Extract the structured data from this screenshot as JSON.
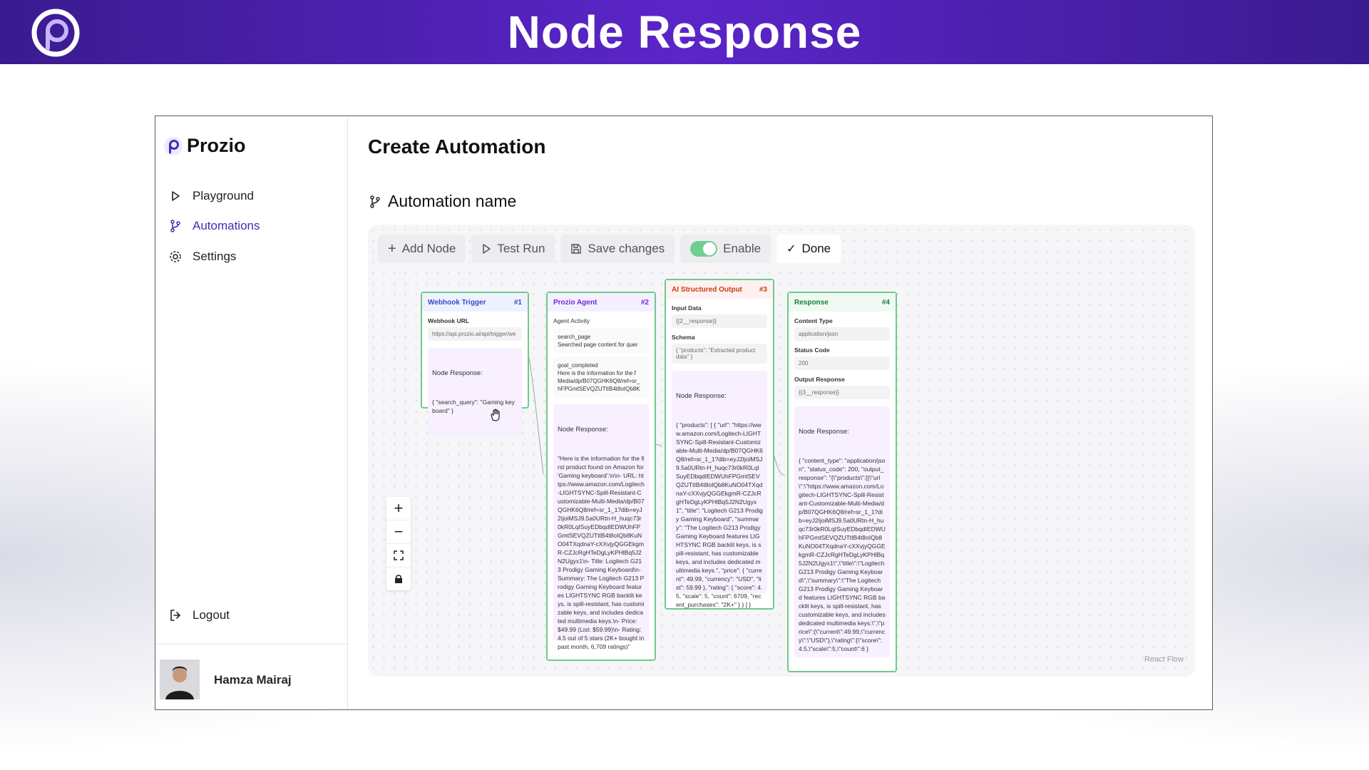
{
  "banner": {
    "title": "Node Response"
  },
  "brand": {
    "name": "Prozio"
  },
  "sidebar": {
    "items": [
      {
        "label": "Playground",
        "icon": "play-icon"
      },
      {
        "label": "Automations",
        "icon": "branch-icon",
        "active": true
      },
      {
        "label": "Settings",
        "icon": "gear-icon"
      }
    ],
    "logout": "Logout",
    "user": {
      "name": "Hamza Mairaj"
    }
  },
  "main": {
    "title": "Create Automation",
    "automation_name": "Automation name"
  },
  "toolbar": {
    "add_node": "Add Node",
    "test_run": "Test Run",
    "save_changes": "Save changes",
    "enable": "Enable",
    "enabled": true,
    "done": "Done"
  },
  "nodes": {
    "webhook": {
      "title": "Webhook Trigger",
      "num": "#1",
      "url_label": "Webhook URL",
      "url_value": "https://api.prozio.ai/api/trigger/we",
      "resp_label": "Node Response:",
      "resp": "{ \"search_query\": \"Gaming keyboard\" }"
    },
    "agent": {
      "title": "Prozio Agent",
      "num": "#2",
      "activity_label": "Agent Activity",
      "act1_title": "search_page",
      "act1_text": "Searched page content for quer",
      "act2_title": "goal_completed",
      "act2_text": "Here is the information for the f Media/dp/B07QGHK6Q8/ref=sr_ hFPGmtSEVQZUTtIB4t8oIQb8K",
      "resp_label": "Node Response:",
      "resp": "\"Here is the information for the first product found on Amazon for 'Gaming keyboard':\\n\\n- URL: https://www.amazon.com/Logitech-LIGHTSYNC-Spill-Resistant-Customizable-Multi-Media/dp/B07QGHK6Q8/ref=sr_1_1?dib=eyJ2IjoiMSJ9.5a0URtn-H_huqc73r0kR0LqISuyEDbqdIEDWUhFPGmtSEVQZUTtIB4t8oIQb8KuNO04TXqdnaY-cXXvjyQGGEkgmR-CZJcRgHTeDgLyKPHlBq5J2N2Ugyx1\\n- Title: Logitech G213 Prodigy Gaming Keyboard\\n- Summary: The Logitech G213 Prodigy Gaming Keyboard features LIGHTSYNC RGB backlit keys, is spill-resistant, has customizable keys, and includes dedicated multimedia keys.\\n- Price: $49.99 (List: $59.99)\\n- Rating: 4.5 out of 5 stars (2K+ bought in past month, 6,709 ratings)\""
    },
    "ai_output": {
      "title": "AI Structured Output",
      "num": "#3",
      "input_label": "Input Data",
      "input_value": "{{2__response}}",
      "schema_label": "Schema",
      "schema_value": "{ \"products\": \"Extracted product data\" }",
      "resp_label": "Node Response:",
      "resp": "{ \"products\": [ { \"url\": \"https://www.amazon.com/Logitech-LIGHTSYNC-Spill-Resistant-Customizable-Multi-Media/dp/B07QGHK6Q8/ref=sr_1_1?dib=eyJ2IjoiMSJ9.5a0URtn-H_huqc73r0kR0LqISuyEDbqdIEDWUhFPGmtSEVQZUTtIB4t8oIQb8KuNO04TXqdnaY-cXXvjyQGGEkgmR-CZJcRgHTeDgLyKPHlBq5J2N2Ugyx1\", \"title\": \"Logitech G213 Prodigy Gaming Keyboard\", \"summary\": \"The Logitech G213 Prodigy Gaming Keyboard features LIGHTSYNC RGB backlit keys, is spill-resistant, has customizable keys, and includes dedicated multimedia keys.\", \"price\": { \"current\": 49.99, \"currency\": \"USD\", \"list\": 59.99 }, \"rating\": { \"score\": 4.5, \"scale\": 5, \"count\": 6709, \"recent_purchases\": \"2K+\" } } ] }"
    },
    "response": {
      "title": "Response",
      "num": "#4",
      "ct_label": "Content Type",
      "ct_value": "application/json",
      "sc_label": "Status Code",
      "sc_value": "200",
      "or_label": "Output Response",
      "or_value": "{{3__response}}",
      "resp_label": "Node Response:",
      "resp": "{ \"content_type\": \"application/json\", \"status_code\": 200, \"output_response\": \"{\\\"products\\\":[{\\\"url\\\":\\\"https://www.amazon.com/Logitech-LIGHTSYNC-Spill-Resistant-Customizable-Multi-Media/dp/B07QGHK6Q8/ref=sr_1_1?dib=eyJ2IjoiMSJ9.5a0URtn-H_huqc73r0kR0LqISuyEDbqdIEDWUhFPGmtSEVQZUTtIB4t8oIQb8KuNO04TXqdnaY-cXXvjyQGGEkgmR-CZJcRgHTeDgLyKPHlBq5J2N2Ugyx1\\\",\\\"title\\\":\\\"Logitech G213 Prodigy Gaming Keyboard\\\",\\\"summary\\\":\\\"The Logitech G213 Prodigy Gaming Keyboard features LIGHTSYNC RGB backlit keys, is spill-resistant, has customizable keys, and includes dedicated multimedia keys.\\\",\\\"price\\\":{\\\"current\\\":49.99,\\\"currency\\\":\\\"USD\\\"},\\\"rating\\\":{\\\"score\\\":4.5,\\\"scale\\\":5,\\\"count\\\":6 }"
    }
  },
  "zoom": {
    "in": "+",
    "out": "−"
  },
  "attribution": "React Flow",
  "colors": {
    "brand": "#4b2ab3",
    "banner": "#4a22b8",
    "node_border": "#70c98a",
    "toggle_on": "#6fce92"
  }
}
